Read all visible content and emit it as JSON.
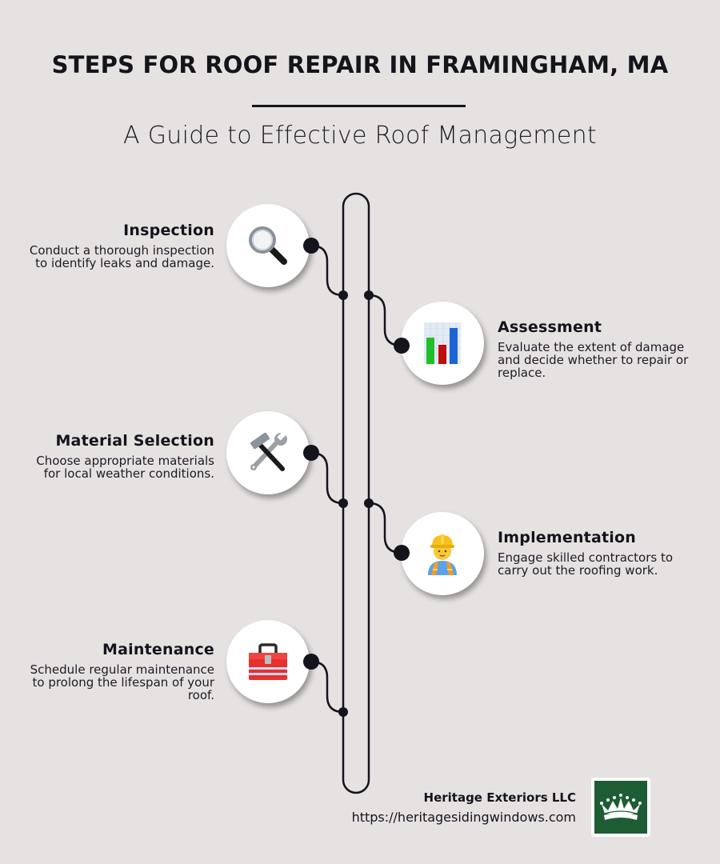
{
  "header": {
    "title": "STEPS FOR ROOF REPAIR IN FRAMINGHAM, MA",
    "subtitle": "A Guide to Effective Roof Management"
  },
  "steps": [
    {
      "title": "Inspection",
      "description": "Conduct a thorough inspection to identify leaks and damage.",
      "icon": "magnifying-glass-icon",
      "side": "left"
    },
    {
      "title": "Assessment",
      "description": "Evaluate the extent of damage and decide whether to repair or replace.",
      "icon": "bar-chart-icon",
      "side": "right"
    },
    {
      "title": "Material Selection",
      "description": "Choose appropriate materials for local weather conditions.",
      "icon": "hammer-and-wrench-icon",
      "side": "left"
    },
    {
      "title": "Implementation",
      "description": "Engage skilled contractors to carry out the roofing work.",
      "icon": "construction-worker-icon",
      "side": "right"
    },
    {
      "title": "Maintenance",
      "description": "Schedule regular maintenance to prolong the lifespan of your roof.",
      "icon": "toolbox-icon",
      "side": "left"
    }
  ],
  "footer": {
    "company": "Heritage Exteriors LLC",
    "url": "https://heritagesidingwindows.com",
    "logo": "crown-logo-icon"
  },
  "colors": {
    "background": "#E6E2E1",
    "ink": "#14141C",
    "logo_green": "#1E5C34"
  }
}
